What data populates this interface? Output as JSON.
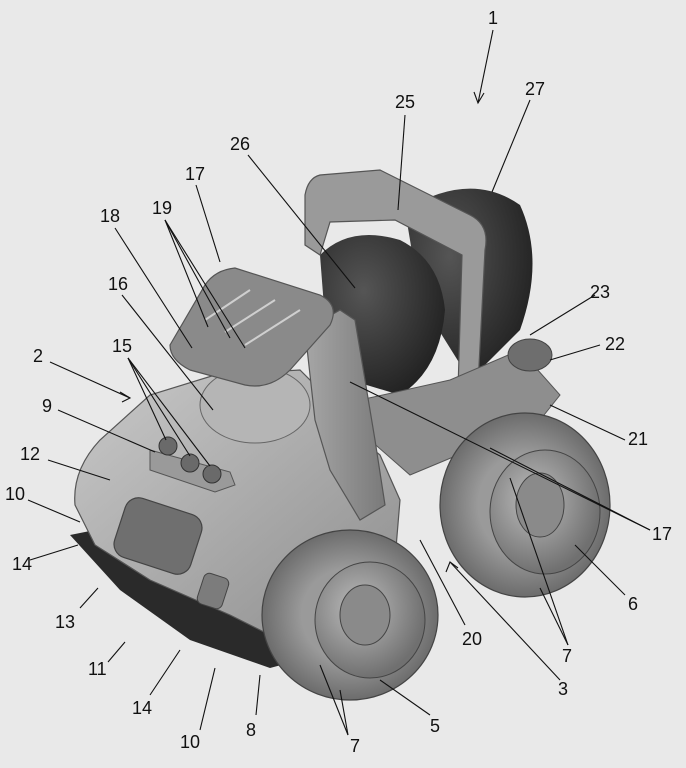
{
  "figure": {
    "reference_numerals": [
      "1",
      "25",
      "27",
      "26",
      "17",
      "18",
      "19",
      "16",
      "15",
      "2",
      "9",
      "12",
      "10",
      "14",
      "13",
      "11",
      "14",
      "10",
      "8",
      "7",
      "5",
      "20",
      "3",
      "6",
      "7",
      "17",
      "21",
      "22",
      "23"
    ]
  }
}
